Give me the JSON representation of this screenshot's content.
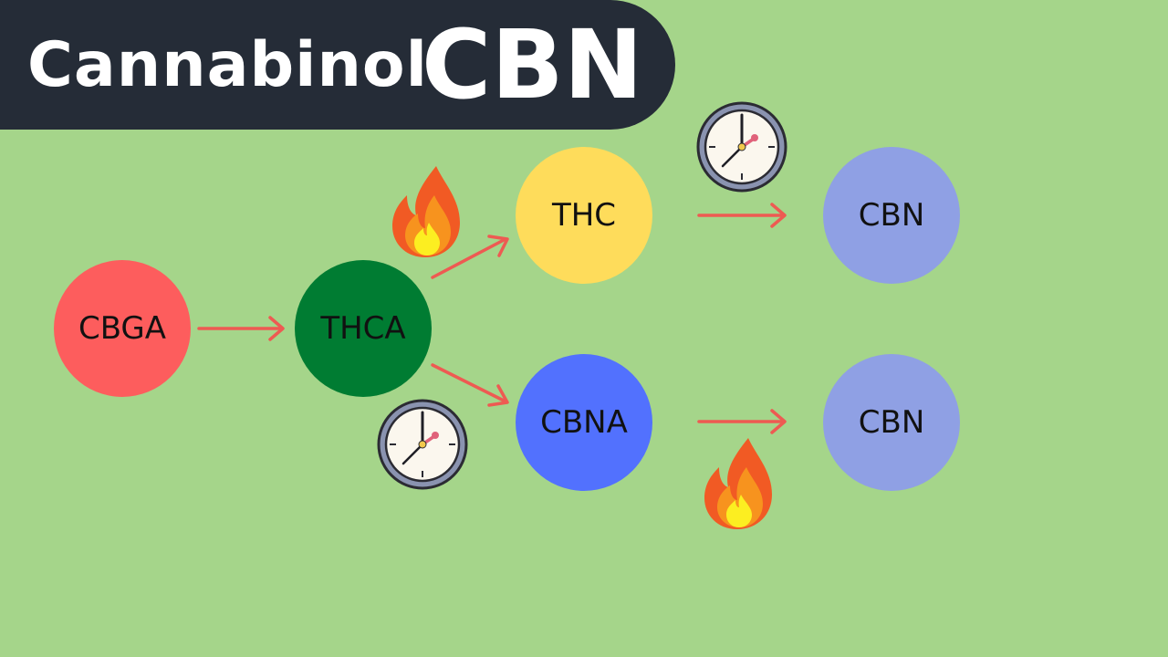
{
  "title": {
    "main": "Cannabinol",
    "accent": "CBN"
  },
  "colors": {
    "background": "#a5d58a",
    "title_bar": "#252c37",
    "arrow": "#ee5a52",
    "cbga": "#fd5d5d",
    "thca": "#007c32",
    "thc": "#fedc5b",
    "cbna": "#5271fe",
    "cbn": "#8fa0e4"
  },
  "nodes": [
    {
      "id": "cbga",
      "label": "CBGA",
      "color": "#fd5d5d"
    },
    {
      "id": "thca",
      "label": "THCA",
      "color": "#007c32"
    },
    {
      "id": "thc",
      "label": "THC",
      "color": "#fedc5b"
    },
    {
      "id": "cbna",
      "label": "CBNA",
      "color": "#5271fe"
    },
    {
      "id": "cbn_top",
      "label": "CBN",
      "color": "#8fa0e4"
    },
    {
      "id": "cbn_bottom",
      "label": "CBN",
      "color": "#8fa0e4"
    }
  ],
  "edges": [
    {
      "from": "cbga",
      "to": "thca"
    },
    {
      "from": "thca",
      "to": "thc",
      "condition": "fire-icon"
    },
    {
      "from": "thca",
      "to": "cbna",
      "condition": "clock-icon"
    },
    {
      "from": "thc",
      "to": "cbn_top",
      "condition": "clock-icon"
    },
    {
      "from": "cbna",
      "to": "cbn_bottom",
      "condition": "fire-icon"
    }
  ]
}
